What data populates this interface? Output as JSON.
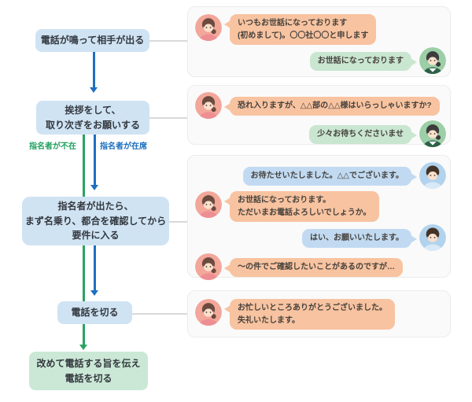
{
  "flowchart": {
    "boxes": [
      {
        "id": "step-1",
        "label": "電話が鳴って相手が出る"
      },
      {
        "id": "step-2",
        "label": "挨拶をして、\n取り次ぎをお願いする"
      },
      {
        "id": "step-3",
        "label": "指名者が出たら、\nまず名乗り、都合を確認してから\n要件に入る"
      },
      {
        "id": "step-4",
        "label": "電話を切る"
      },
      {
        "id": "step-5",
        "label": "改めて電話する旨を伝え\n電話を切る"
      }
    ],
    "branches": {
      "absent_label": "指名者が不在",
      "present_label": "指名者が在席"
    }
  },
  "panels": [
    {
      "bubbles": [
        {
          "speaker": "caller-woman",
          "color": "orange",
          "text": "いつもお世話になっております\n(初めまして)。〇〇社〇〇と申します"
        },
        {
          "speaker": "receiver-woman",
          "color": "green",
          "text": "お世話になっております"
        }
      ]
    },
    {
      "bubbles": [
        {
          "speaker": "caller-woman",
          "color": "orange",
          "text": "恐れ入りますが、△△部の△△様はいらっしゃいますか?"
        },
        {
          "speaker": "receiver-woman",
          "color": "green",
          "text": "少々お待ちくださいませ"
        }
      ]
    },
    {
      "bubbles": [
        {
          "speaker": "contact-man",
          "color": "blue",
          "text": "お待たせいたしました。△△でございます。"
        },
        {
          "speaker": "caller-woman",
          "color": "orange",
          "text": "お世話になっております。\nただいまお電話よろしいでしょうか。"
        },
        {
          "speaker": "contact-man",
          "color": "blue",
          "text": "はい、お願いいたします。"
        },
        {
          "speaker": "caller-woman",
          "color": "orange",
          "text": "〜の件でご確認したいことがあるのですが…"
        }
      ]
    },
    {
      "bubbles": [
        {
          "speaker": "caller-woman",
          "color": "orange",
          "text": "お忙しいところありがとうございました。\n失礼いたします。"
        }
      ]
    }
  ],
  "colors": {
    "flow_box_blue": "#cfe3f3",
    "flow_box_green": "#cbe8d6",
    "arrow_blue": "#1e6fc2",
    "arrow_green": "#2aa263",
    "branch_text_green": "#22a05f",
    "branch_text_blue": "#1a6dbd",
    "bubble_orange": "#f8c3a0",
    "bubble_green": "#c9e6d0",
    "bubble_blue": "#c1daf2",
    "panel_bg": "#fafafa",
    "panel_border": "#ececec",
    "connector_gray": "#d9d9d9",
    "text_dark": "#34383f"
  }
}
